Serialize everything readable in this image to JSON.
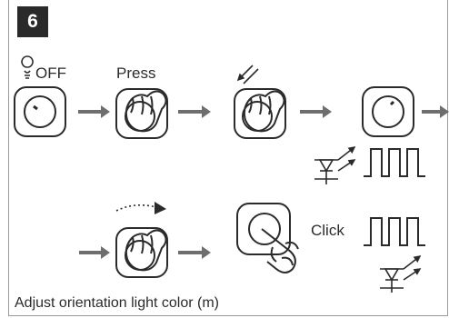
{
  "step": {
    "number": "6"
  },
  "labels": {
    "off": "OFF",
    "press": "Press",
    "click": "Click"
  },
  "caption": "Adjust orientation light color (m)",
  "icons": [
    "bulb-icon",
    "knob-icon",
    "hand-icon",
    "arrow-icon",
    "light-emission-icon",
    "pulse-wave-icon"
  ],
  "colors": {
    "badge": "#2a2a2a",
    "line": "#2b2b2b",
    "arrow": "#6e6e6e"
  }
}
